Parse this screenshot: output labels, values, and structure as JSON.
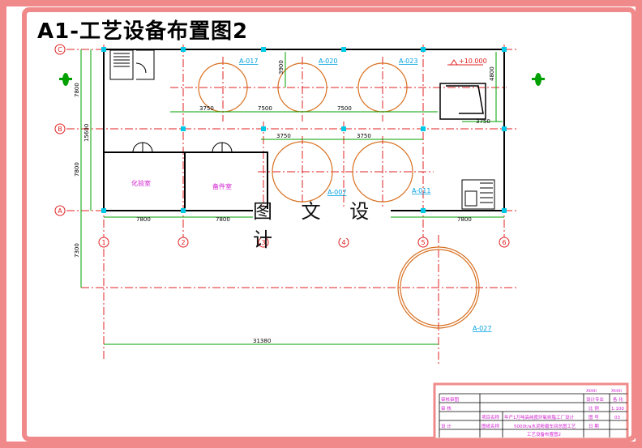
{
  "title": "A1-工艺设备布置图2",
  "watermark": "图 文 设 计",
  "axes_letters": [
    "C",
    "B",
    "A"
  ],
  "axes_numbers": [
    "1",
    "2",
    "3",
    "4",
    "5",
    "6"
  ],
  "tanks": [
    {
      "label": "A-017"
    },
    {
      "label": "A-020"
    },
    {
      "label": "A-023"
    },
    {
      "label": "A-007"
    },
    {
      "label": "A-011"
    },
    {
      "label": "A-027"
    }
  ],
  "dimensions": {
    "top_gap": "3750",
    "span1": "7500",
    "span2": "7500",
    "mid_gap1": "3750",
    "mid_gap2": "3750",
    "right_gap": "3750",
    "bay": "7800",
    "total": "31380",
    "left_upper": "7800",
    "left_mid": "15600",
    "left_lower": "7800",
    "left_bottom": "7300",
    "v_top": "3900",
    "v_right": "4800"
  },
  "elevation": "+10.000",
  "rooms": {
    "room1": "化验室",
    "room2": "备件室"
  },
  "title_block": {
    "r1c1": "Xiiiiii",
    "r1c2": "Xiiiiii",
    "r2c1": "设计专业",
    "r2c2": "各 化",
    "r3c1": "比 例",
    "r3c2": "1:100",
    "r4c1": "图 号",
    "r4c2": "03",
    "r5c1": "日 期",
    "left1": "审核审图",
    "left2": "审 核",
    "left3": "设 计",
    "proj_label": "项目名称",
    "proj_text": "年产1万吨高纯度环氧树脂工厂设计",
    "drw_label": "图纸名称",
    "drw_text": "5000t/a水泥粉磨车间总图工艺",
    "drw_text2": "工艺设备布置图2"
  }
}
